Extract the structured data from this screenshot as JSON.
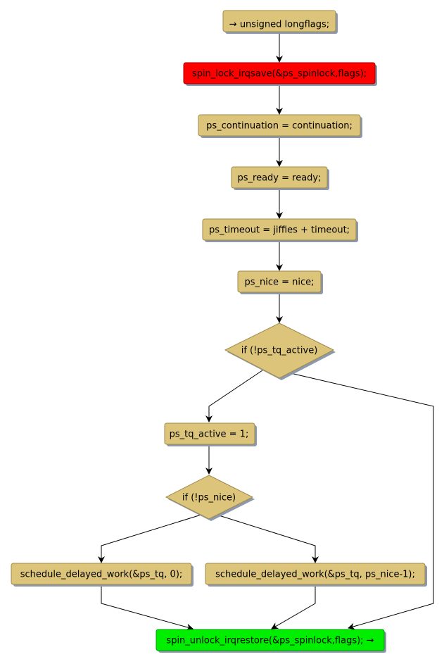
{
  "nodes": {
    "start": "→ unsigned longflags;",
    "lock": "spin_lock_irqsave(&ps_spinlock,flags);",
    "continuation": "ps_continuation = continuation;",
    "ready": "ps_ready = ready;",
    "timeout": "ps_timeout = jiffies + timeout;",
    "nice": "ps_nice = nice;",
    "cond_tq_active": "if (!ps_tq_active)",
    "set_tq_active": "ps_tq_active = 1;",
    "cond_nice": "if (!ps_nice)",
    "sched_zero": "schedule_delayed_work(&ps_tq, 0);",
    "sched_nice": "schedule_delayed_work(&ps_tq, ps_nice-1);",
    "unlock": "spin_unlock_irqrestore(&ps_spinlock,flags); →"
  },
  "colors": {
    "box_fill": "#dcc47a",
    "box_stroke": "#a08a4a",
    "shadow": "#8c98ac",
    "lock_fill": "#ff0000",
    "unlock_fill": "#00ee00",
    "edge": "#000000"
  }
}
